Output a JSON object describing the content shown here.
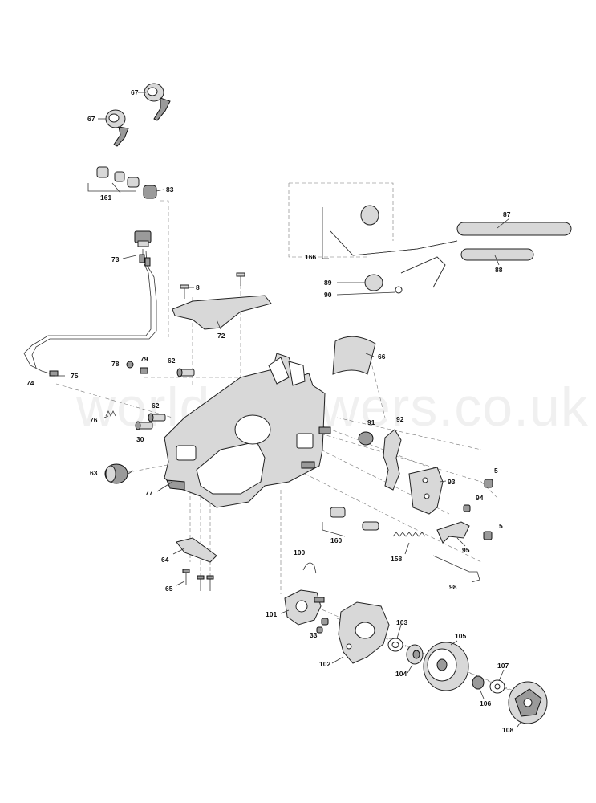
{
  "watermark": "worldofpowers.co.uk",
  "labels": {
    "l67a": "67",
    "l67b": "67",
    "l161": "161",
    "l83": "83",
    "l73": "73",
    "l8": "8",
    "l72": "72",
    "l87": "87",
    "l88": "88",
    "l166": "166",
    "l89": "89",
    "l90": "90",
    "l66": "66",
    "l78": "78",
    "l79": "79",
    "l62a": "62",
    "l62b": "62",
    "l74": "74",
    "l75": "75",
    "l76": "76",
    "l30": "30",
    "l91": "91",
    "l92": "92",
    "l63": "63",
    "l77": "77",
    "l93": "93",
    "l5a": "5",
    "l94": "94",
    "l5b": "5",
    "l95": "95",
    "l160": "160",
    "l158": "158",
    "l64": "64",
    "l65": "65",
    "l100": "100",
    "l98": "98",
    "l101": "101",
    "l33": "33",
    "l103": "103",
    "l105": "105",
    "l102": "102",
    "l104": "104",
    "l107": "107",
    "l106": "106",
    "l108": "108"
  }
}
